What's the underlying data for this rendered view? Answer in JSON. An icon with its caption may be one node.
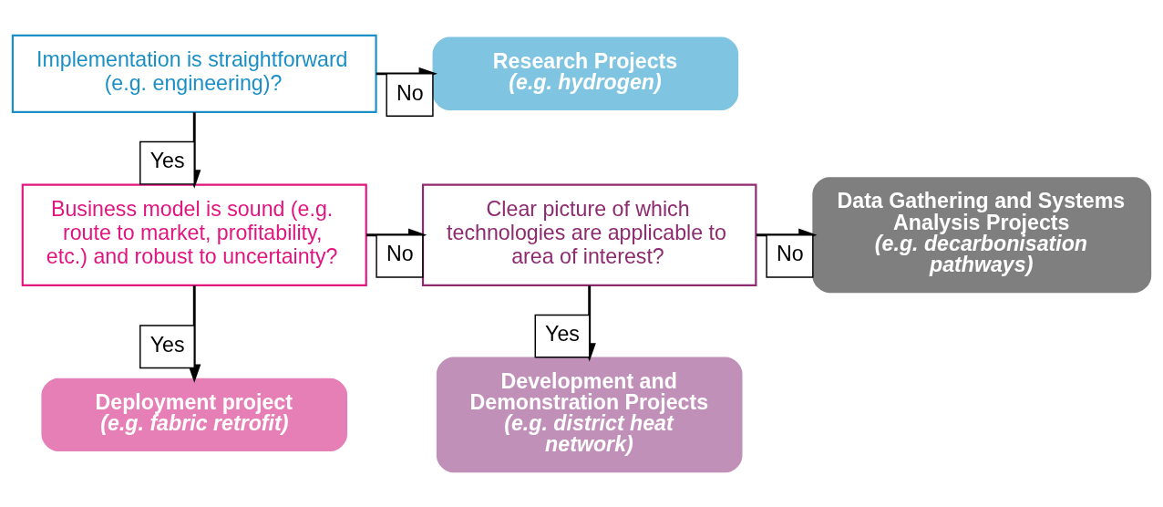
{
  "diagram": {
    "nodes": [
      {
        "text": [
          "Implementation is straightforward (e.g. engineering)?"
        ]
      },
      {
        "text": [
          "Research Projects",
          "(e.g. hydrogen)"
        ]
      },
      {
        "text": [
          "Business model is sound (e.g. route to market, profitability, etc.) and robust to uncertainty?"
        ]
      },
      {
        "text": [
          "Clear picture of which technologies are applicable to area of interest?"
        ]
      },
      {
        "text": [
          "Data Gathering and Systems Analysis Projects",
          "(e.g. decarbonisation pathways)"
        ]
      },
      {
        "text": [
          "Deployment project",
          "(e.g. fabric retrofit)"
        ]
      },
      {
        "text": [
          "Development and Demonstration Projects",
          "(e.g. district heat network)"
        ]
      }
    ],
    "edges": [
      {
        "from": 0,
        "to": 1,
        "arrow": "to",
        "label": "No"
      },
      {
        "from": 0,
        "to": 2,
        "arrow": "to",
        "label": "Yes"
      },
      {
        "from": 2,
        "to": 3,
        "arrow": "to",
        "label": "No"
      },
      {
        "from": 3,
        "to": 4,
        "arrow": "to",
        "label": "No"
      },
      {
        "from": 2,
        "to": 5,
        "arrow": "to",
        "label": "Yes"
      },
      {
        "from": 3,
        "to": 6,
        "arrow": "to",
        "label": "Yes"
      }
    ]
  }
}
